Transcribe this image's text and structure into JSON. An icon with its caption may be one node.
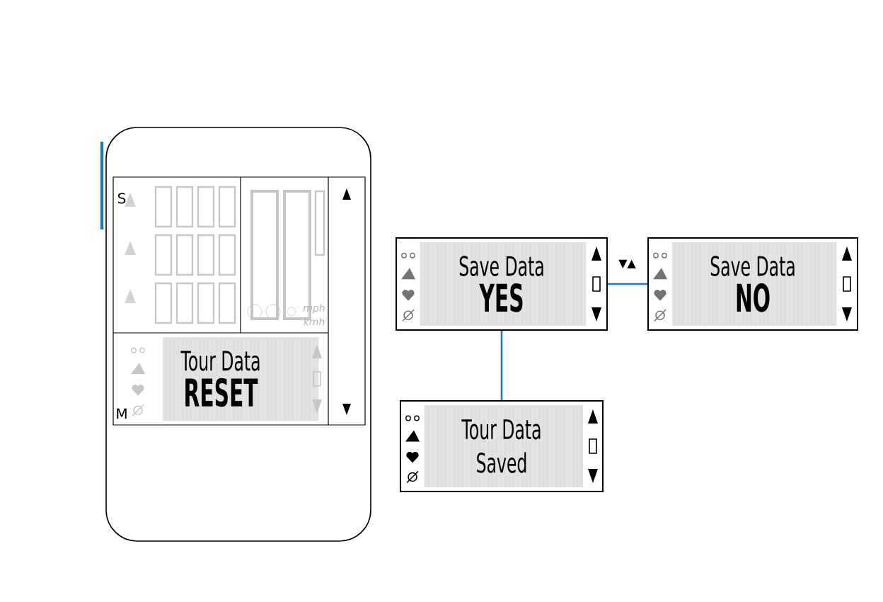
{
  "diagram": {
    "nodes": [
      {
        "text": [
          "Tour Data",
          "RESET"
        ]
      },
      {
        "text": [
          "Save Data",
          "YES"
        ]
      },
      {
        "text": [
          "Save Data",
          "NO"
        ]
      },
      {
        "text": [
          "Tour Data",
          "Saved"
        ]
      }
    ],
    "edges": [
      {
        "from": 1,
        "to": 2,
        "arrow": "none",
        "label": "▼▲",
        "color": "#1f7bb8"
      },
      {
        "from": 1,
        "to": 3,
        "arrow": "none",
        "color": "#1f7bb8"
      }
    ],
    "labels": [
      "S",
      "M",
      "mph",
      "kmh"
    ]
  }
}
